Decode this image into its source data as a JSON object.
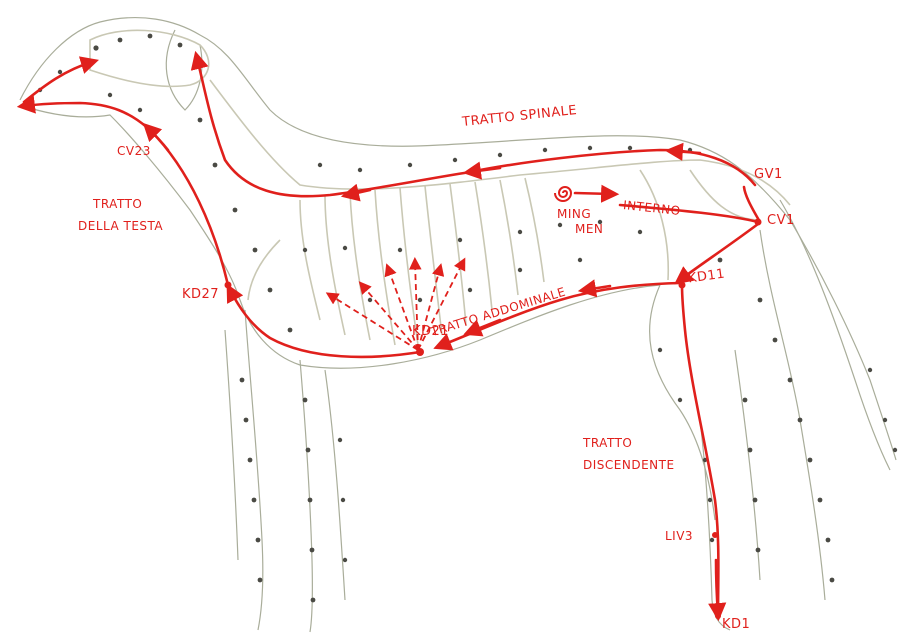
{
  "colors": {
    "path_red": "#e0201c",
    "sketch_gray": "#a9ad9a",
    "bone_gray": "#c9c8b4",
    "point_dark": "#4a4a44"
  },
  "labels": {
    "tratto_spinale": "TRATTO SPINALE",
    "gv1": "GV1",
    "cv1": "CV1",
    "ming_men_1": "MING",
    "ming_men_2": "MEN",
    "interno": "INTERNO",
    "cv23": "CV23",
    "tratto_testa_1": "TRATTO",
    "tratto_testa_2": "DELLA TESTA",
    "kd27": "KD27",
    "kd21": "KD21",
    "tratto_addominale": "TRATTO ADDOMINALE",
    "kd11": "KD11",
    "tratto_discendente_1": "TRATTO",
    "tratto_discendente_2": "DISCENDENTE",
    "liv3": "LIV3",
    "kd1": "KD1"
  }
}
